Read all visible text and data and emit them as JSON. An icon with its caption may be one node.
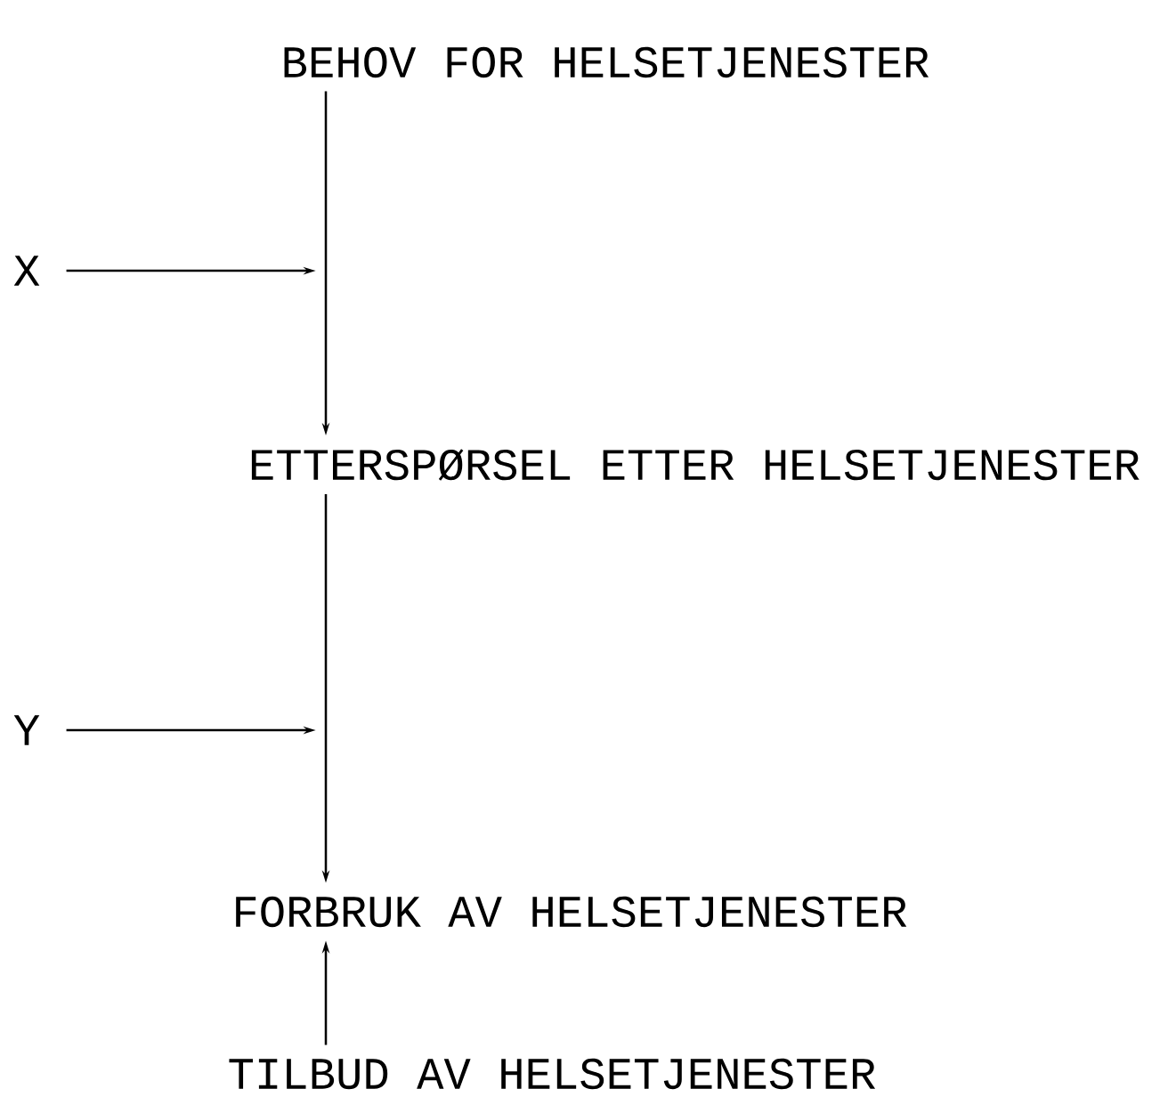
{
  "diagram": {
    "nodes": [
      {
        "text": [
          "BEHOV FOR HELSETJENESTER"
        ]
      },
      {
        "text": [
          "X"
        ]
      },
      {
        "text": [
          "ETTERSPØRSEL ETTER HELSETJENESTER"
        ]
      },
      {
        "text": [
          "Y"
        ]
      },
      {
        "text": [
          "FORBRUK AV HELSETJENESTER"
        ]
      },
      {
        "text": [
          "TILBUD AV HELSETJENESTER"
        ]
      }
    ],
    "edges": [
      {
        "from": 0,
        "to": 2,
        "arrow": "to"
      },
      {
        "from": 1,
        "to": null,
        "arrow": "to"
      },
      {
        "from": 3,
        "to": null,
        "arrow": "to"
      },
      {
        "from": 2,
        "to": 4,
        "arrow": "to"
      },
      {
        "from": 5,
        "to": 4,
        "arrow": "to"
      }
    ]
  }
}
